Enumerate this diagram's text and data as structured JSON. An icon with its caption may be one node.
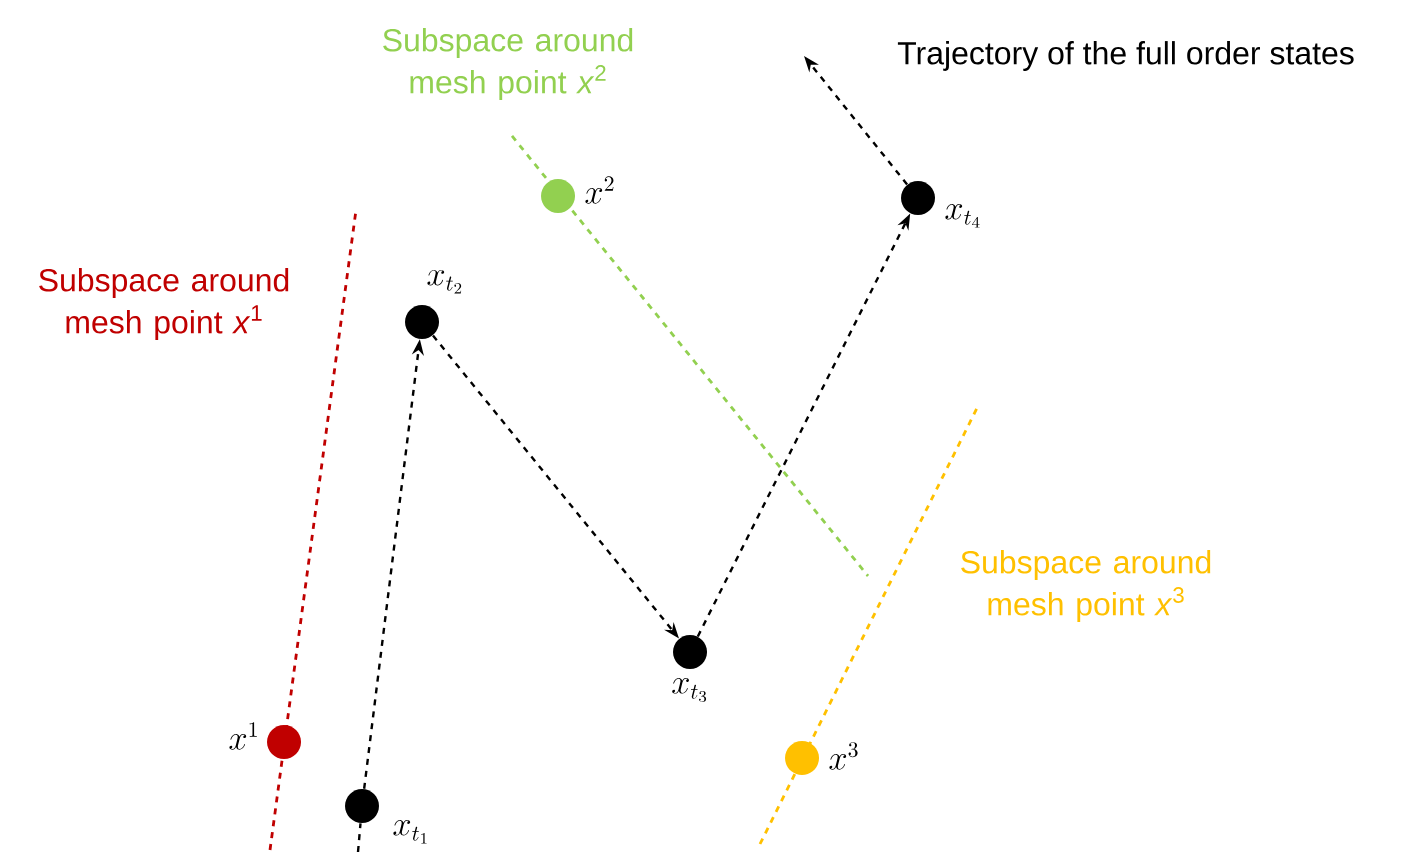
{
  "diagram": {
    "nodes": [
      {
        "text": [],
        "shape": "circle",
        "beside": [
          "x_{t_1}"
        ]
      },
      {
        "text": [],
        "shape": "circle",
        "beside": [
          "x_{t_2}"
        ]
      },
      {
        "text": [],
        "shape": "circle",
        "beside": [
          "x_{t_3}"
        ]
      },
      {
        "text": [],
        "shape": "circle",
        "beside": [
          "x_{t_4}"
        ]
      },
      {
        "text": [],
        "shape": "circle",
        "beside": [
          "x^{1}"
        ]
      },
      {
        "text": [],
        "shape": "circle",
        "beside": [
          "x^{2}"
        ]
      },
      {
        "text": [],
        "shape": "circle",
        "beside": [
          "x^{3}"
        ]
      }
    ],
    "edges": [
      {
        "from": null,
        "to": 0,
        "arrow": "none",
        "style": "dashed"
      },
      {
        "from": 0,
        "to": 1,
        "arrow": "to",
        "style": "dashed"
      },
      {
        "from": 1,
        "to": 2,
        "arrow": "to",
        "style": "dashed"
      },
      {
        "from": 2,
        "to": 3,
        "arrow": "to",
        "style": "dashed"
      },
      {
        "from": 3,
        "to": null,
        "arrow": "to",
        "style": "dashed"
      }
    ],
    "labels": [
      "Subspace around mesh point *x*$^{2}$",
      "Trajectory of the full order states",
      "Subspace around mesh point *x*$^{1}$",
      "Subspace around mesh point *x*$^{3}$"
    ]
  }
}
